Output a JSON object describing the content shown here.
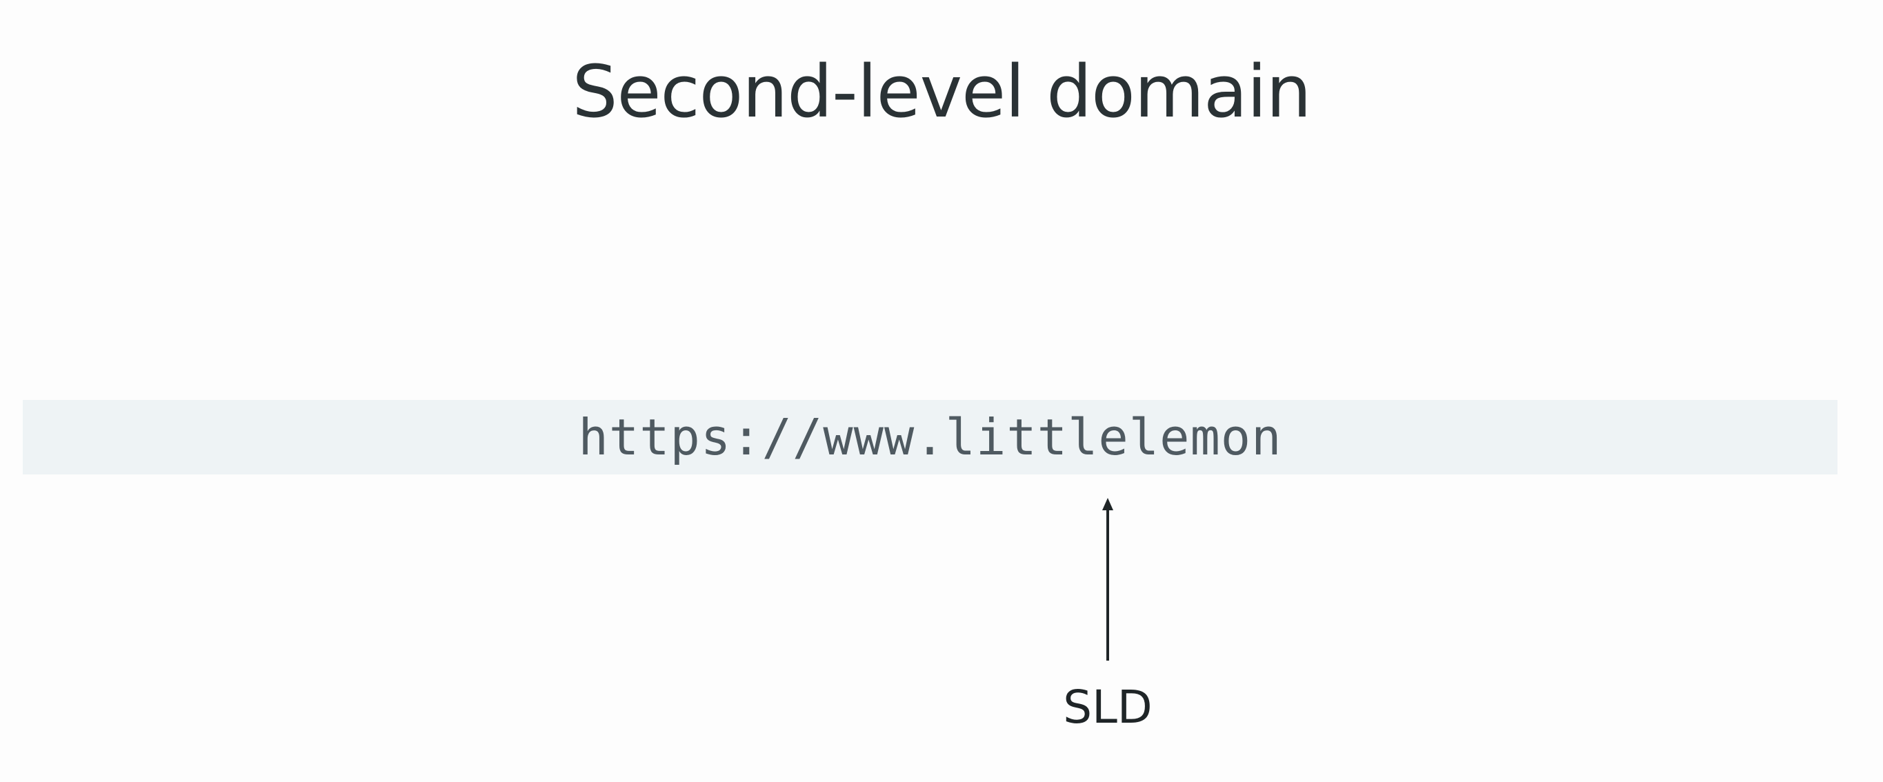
{
  "slide": {
    "title": "Second-level domain",
    "url_text": "https://www.littlelemon",
    "annotation_label": "SLD"
  },
  "colors": {
    "background": "#fdfdfd",
    "band": "#eef3f5",
    "title_text": "#2a3235",
    "url_text": "#4f5a61",
    "arrow": "#1f2527"
  },
  "icons": {
    "pointer": "arrow-up-icon"
  }
}
